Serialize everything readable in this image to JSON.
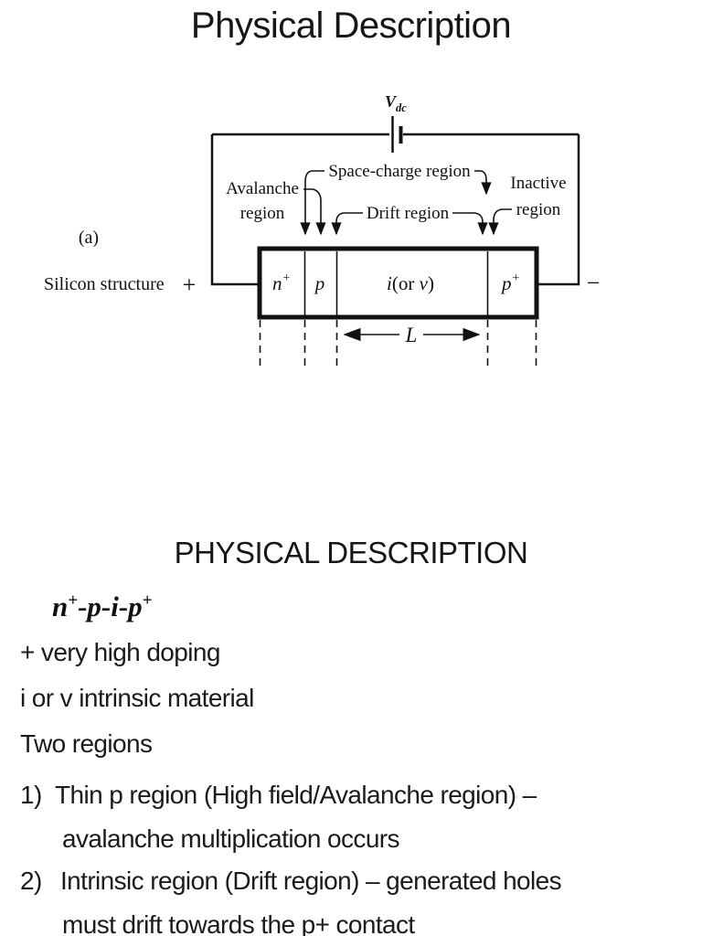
{
  "colors": {
    "background": "#ffffff",
    "text": "#1b1b1b",
    "diagram_ink": "#111111"
  },
  "title": "Physical Description",
  "diagram": {
    "vdc": {
      "v": "V",
      "sub": "dc"
    },
    "labels": {
      "avalanche_line1": "Avalanche",
      "avalanche_line2": "region",
      "space_charge": "Space-charge region",
      "drift": "Drift region",
      "inactive_line1": "Inactive",
      "inactive_line2": "region",
      "figure_letter": "(a)",
      "caption": "Silicon structure",
      "plus": "+",
      "minus": "−",
      "length": "L"
    },
    "regions": {
      "n_base": "n",
      "n_sup": "+",
      "p": "p",
      "i_p1": "i",
      "i_p2": "(or ",
      "i_p3": "ν",
      "i_p4": ")",
      "pp_base": "p",
      "pp_sup": "+"
    }
  },
  "body": {
    "heading": "PHYSICAL DESCRIPTION",
    "formula": {
      "b1": "n",
      "s1": "+",
      "b2": "-p-i-p",
      "s2": "+"
    },
    "lines": [
      "+ very high doping",
      "i or v intrinsic material",
      "Two regions"
    ],
    "items": [
      {
        "num": "1)",
        "lines": [
          "Thin p region (High field/Avalanche region) –",
          "avalanche multiplication occurs"
        ]
      },
      {
        "num": "2)",
        "lines": [
          "Intrinsic region (Drift region) – generated holes",
          "must drift towards the p+ contact"
        ]
      }
    ]
  }
}
